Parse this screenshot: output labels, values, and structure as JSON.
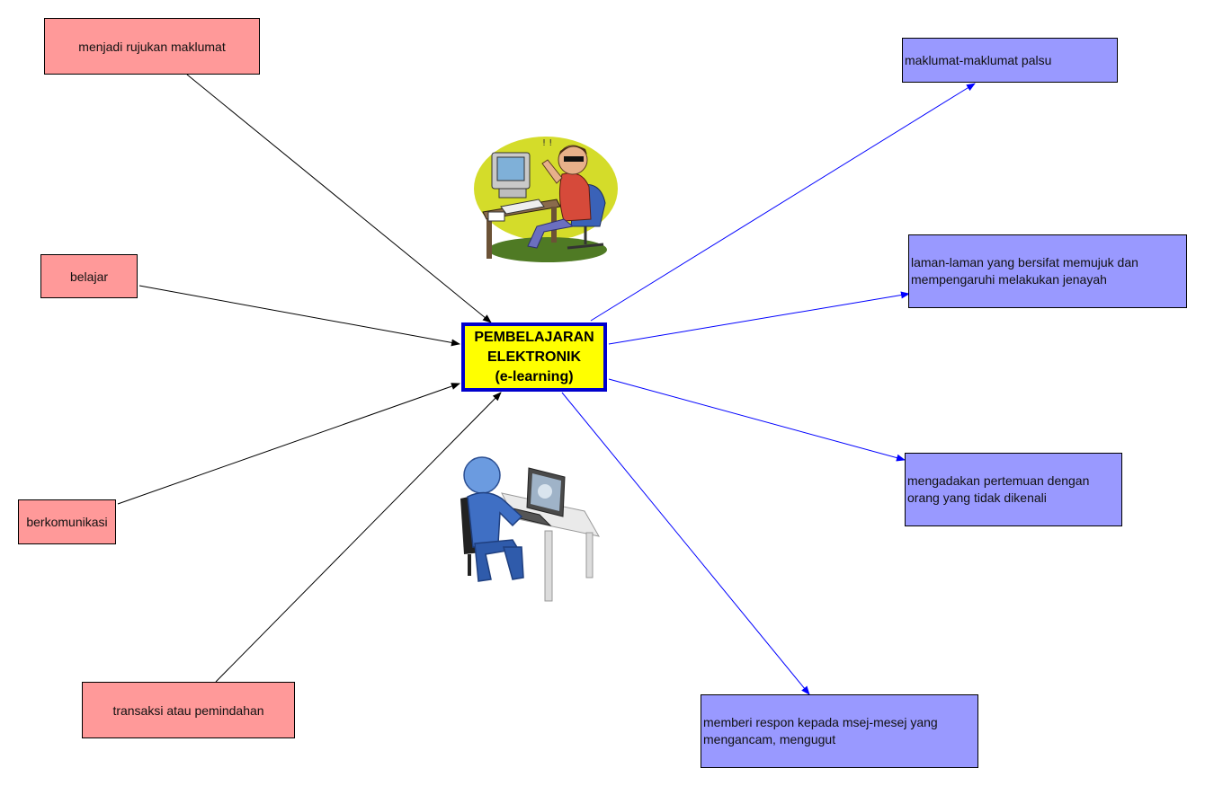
{
  "center": {
    "line1": "PEMBELAJARAN",
    "line2": "ELEKTRONIK",
    "line3": "(e-learning)"
  },
  "benefits": [
    "menjadi rujukan maklumat",
    "belajar",
    "berkomunikasi",
    "transaksi atau pemindahan"
  ],
  "risks": [
    "maklumat-maklumat palsu",
    "laman-laman yang bersifat memujuk dan mempengaruhi melakukan jenayah",
    "mengadakan pertemuan dengan orang yang tidak dikenali",
    "memberi respon kepada msej-mesej yang mengancam, mengugut"
  ],
  "colors": {
    "benefit_fill": "#ff9999",
    "risk_fill": "#9999ff",
    "center_fill": "#ffff00",
    "center_border": "#0000cc",
    "benefit_arrow": "#000000",
    "risk_arrow": "#0000ff"
  },
  "images": [
    "frustrated-computer-user-clipart",
    "person-at-computer-clipart"
  ]
}
